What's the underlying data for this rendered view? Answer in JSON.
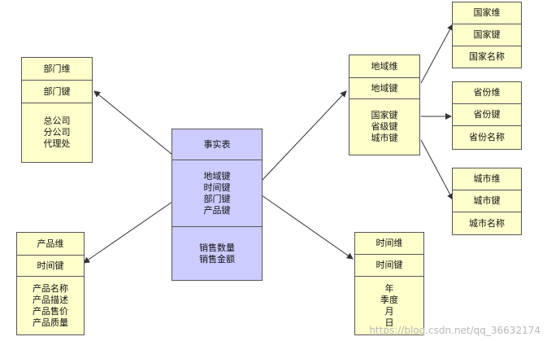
{
  "fact": {
    "title": "事实表",
    "keys": [
      "地域键",
      "时间键",
      "部门键",
      "产品键"
    ],
    "measures": [
      "销售数量",
      "销售金额"
    ]
  },
  "dept": {
    "title": "部门维",
    "key": "部门键",
    "attrs": [
      "总公司",
      "分公司",
      "代理处"
    ]
  },
  "product": {
    "title": "产品维",
    "key": "时间键",
    "attrs": [
      "产品名称",
      "产品描述",
      "产品售价",
      "产品质量"
    ]
  },
  "region": {
    "title": "地域维",
    "key": "地域键",
    "attrs": [
      "国家键",
      "省级键",
      "城市键"
    ]
  },
  "time": {
    "title": "时间维",
    "key": "时间键",
    "attrs": [
      "年",
      "季度",
      "月",
      "日"
    ]
  },
  "country": {
    "title": "国家维",
    "key": "国家键",
    "name": "国家名称"
  },
  "province": {
    "title": "省份维",
    "key": "省份键",
    "name": "省份名称"
  },
  "city": {
    "title": "城市维",
    "key": "城市键",
    "name": "城市名称"
  },
  "watermark": "https://blog.csdn.net/qq_36632174"
}
